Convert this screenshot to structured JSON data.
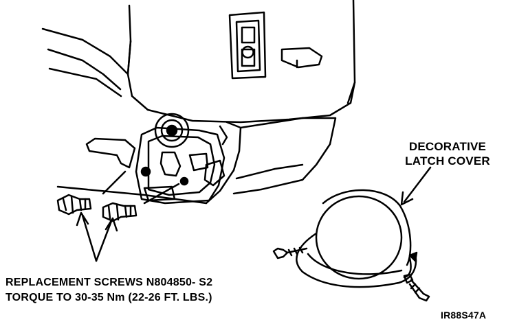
{
  "callouts": {
    "cover_line1": "DECORATIVE",
    "cover_line2": "LATCH COVER",
    "screws_line1": "REPLACEMENT SCREWS N804850- S2",
    "screws_line2": "TORQUE TO 30-35 Nm (22-26 FT. LBS.)"
  },
  "figure_id": "IR88S47A",
  "colors": {
    "ink": "#000000",
    "paper": "#ffffff"
  }
}
